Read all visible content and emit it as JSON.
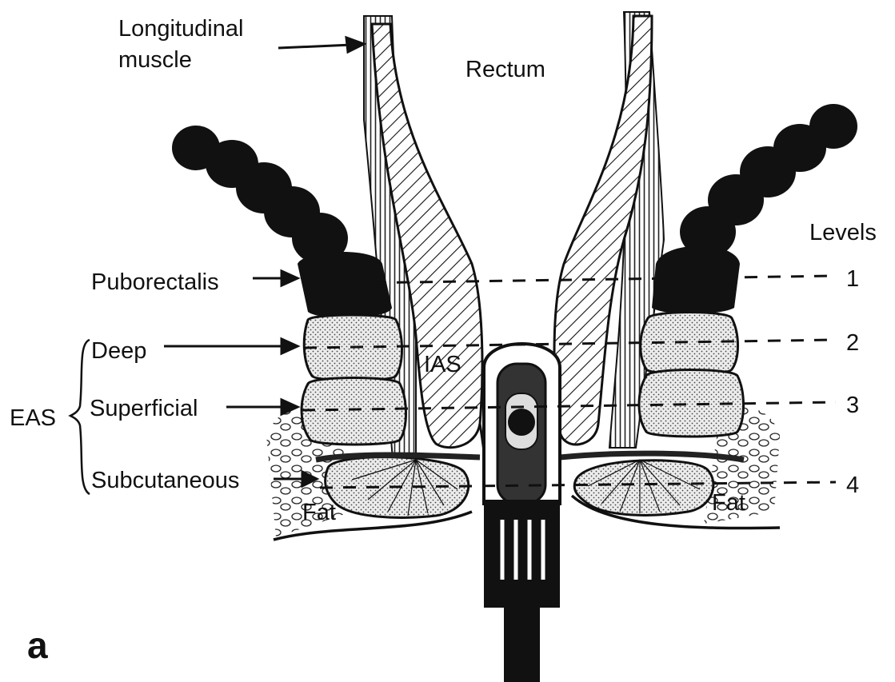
{
  "labels": {
    "longitudinal_line1": "Longitudinal",
    "longitudinal_line2": "muscle",
    "rectum": "Rectum",
    "levels": "Levels",
    "puborectalis": "Puborectalis",
    "deep": "Deep",
    "eas": "EAS",
    "superficial": "Superficial",
    "subcutaneous": "Subcutaneous",
    "ias": "IAS",
    "fat_left": "Fat",
    "fat_right": "Fat",
    "panel": "a"
  },
  "levels": [
    "1",
    "2",
    "3",
    "4"
  ],
  "colors": {
    "ink": "#111111",
    "paper": "#ffffff",
    "stipple": "#e4e4e4",
    "probe": "#1a1a1a"
  }
}
